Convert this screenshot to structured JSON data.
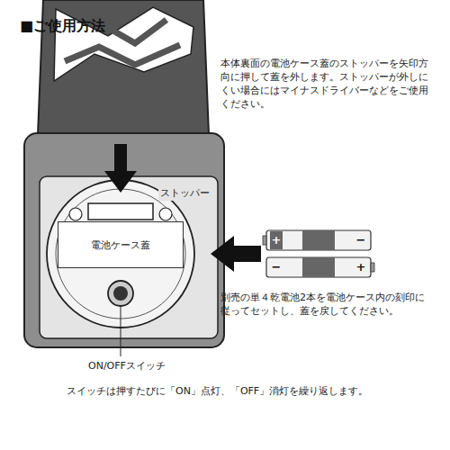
{
  "diagram": {
    "title": "■ご使用方法",
    "nodes": [
      {
        "text": [
          "電池ケース蓋"
        ]
      }
    ],
    "labels": [
      "本体裏面の電池ケース蓋のストッパーを矢印方向に押して蓋を外します。ストッパーが外しにくい場合にはマイナスドライバーなどをご使用ください。",
      "ストッパー",
      "+",
      "−",
      "−",
      "+",
      "別売の単４乾電池2本を電池ケース内の刻印に従ってセットし、蓋を戻してください。",
      "ON/OFFスイッチ",
      "スイッチは押すたびに「ON」点灯、「OFF」消灯を繰り返します。"
    ]
  }
}
